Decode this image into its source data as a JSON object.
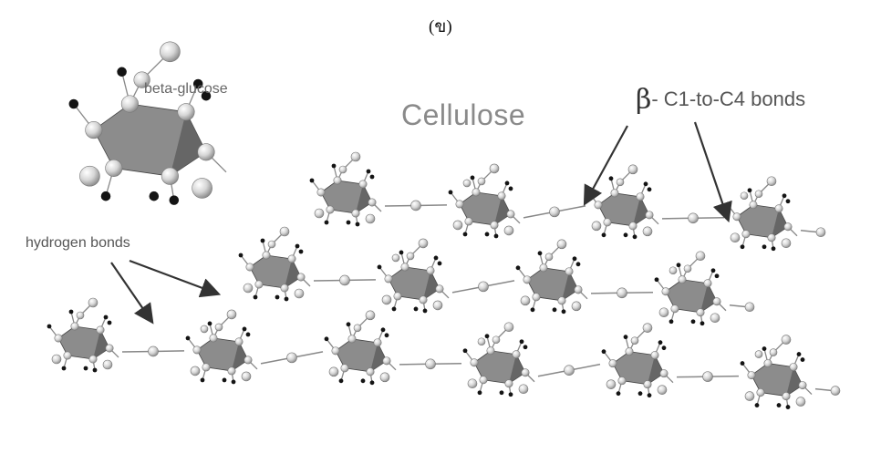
{
  "diagram": {
    "panel_label": "(ข)",
    "title": "Cellulose",
    "beta_symbol": "β",
    "bond_label": "- C1-to-C4 bonds",
    "glucose_label": "beta-glucose",
    "hbond_label": "hydrogen bonds",
    "colors": {
      "ring_fill": "#8c8c8c",
      "ring_dark": "#5a5a5a",
      "atom_light": "#e6e6e6",
      "atom_dark": "#141414",
      "bond": "#888888",
      "arrow": "#333333"
    }
  }
}
